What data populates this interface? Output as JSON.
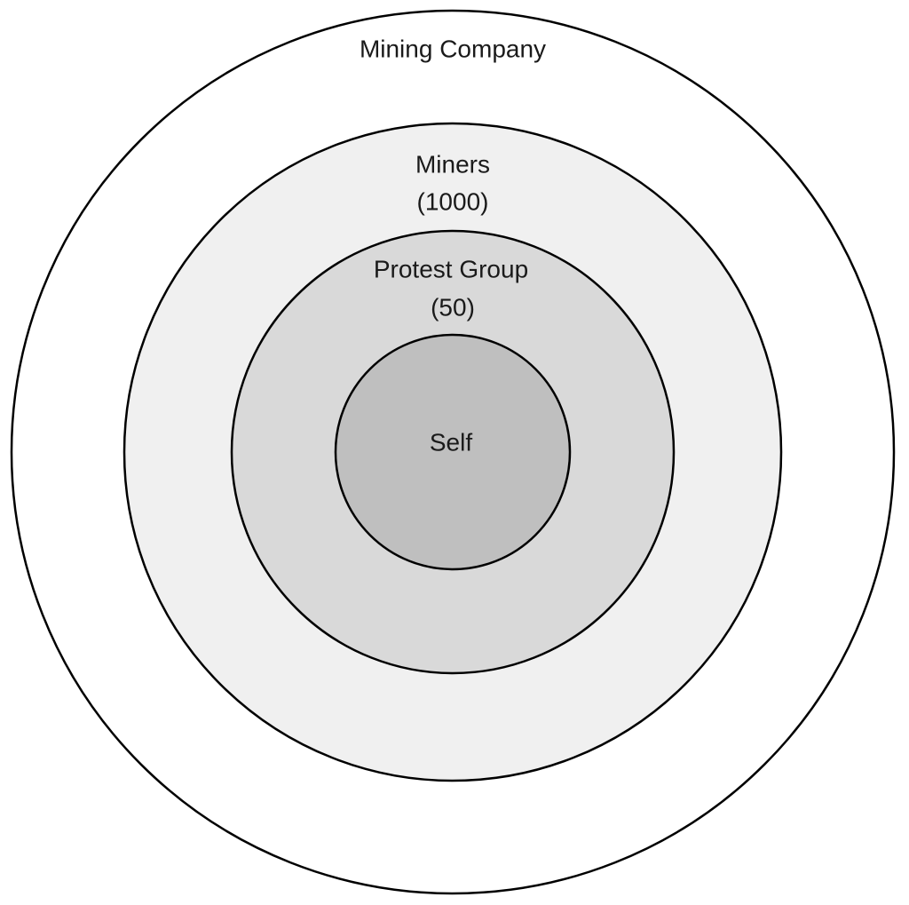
{
  "diagram": {
    "rings": [
      {
        "label": "Mining Company",
        "count": "",
        "fill": "#ffffff"
      },
      {
        "label": "Miners",
        "count": "(1000)",
        "fill": "#f0f0f0"
      },
      {
        "label": "Protest Group",
        "count": "(50)",
        "fill": "#d9d9d9"
      },
      {
        "label": "Self",
        "count": "",
        "fill": "#bfbfbf"
      }
    ]
  }
}
